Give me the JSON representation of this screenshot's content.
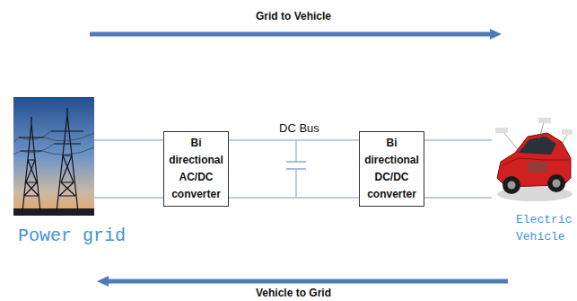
{
  "diagram": {
    "nodes": [
      {
        "text": [
          "Power grid"
        ]
      },
      {
        "text": [
          "Bi directional AC/DC converter"
        ]
      },
      {
        "text": [
          "Bi directional DC/DC converter"
        ]
      },
      {
        "text": [
          "Electric Vehicle"
        ]
      }
    ],
    "edges": [
      {
        "from": 0,
        "to": 1,
        "arrow": "none"
      },
      {
        "from": 1,
        "to": 2,
        "arrow": "none"
      },
      {
        "from": 2,
        "to": 3,
        "arrow": "none"
      }
    ],
    "labels": [
      "Grid to Vehicle",
      "DC Bus",
      "Vehicle to Grid"
    ]
  }
}
